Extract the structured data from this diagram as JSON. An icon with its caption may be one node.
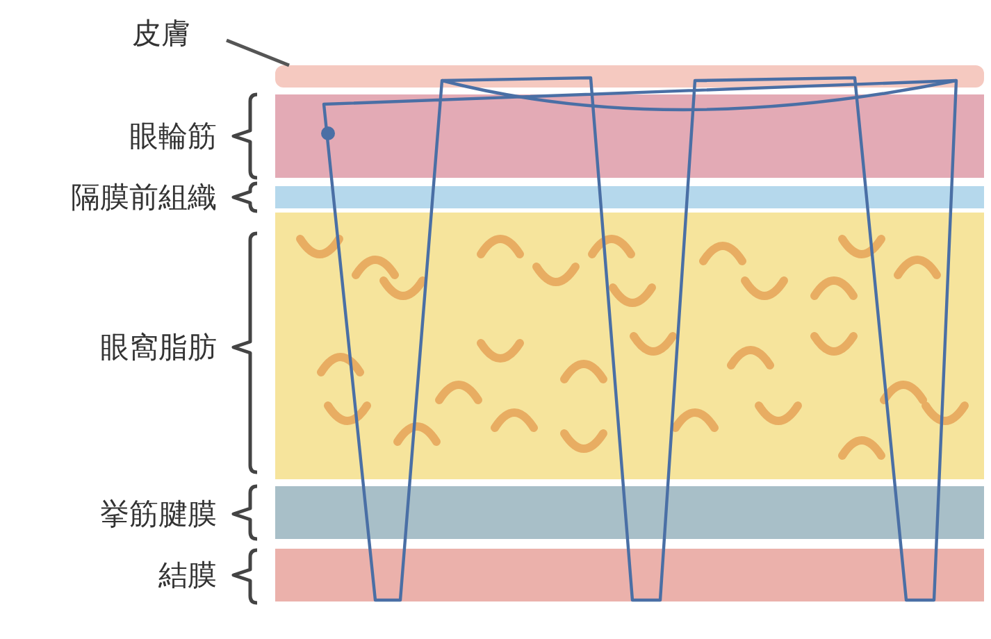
{
  "diagram": {
    "nodes": [
      {
        "text": [
          "皮膚"
        ]
      },
      {
        "text": [],
        "shape": "bar"
      }
    ],
    "edges": [
      {
        "from": 0,
        "to": 1,
        "arrow": "none"
      }
    ],
    "labels": [
      "眼輪筋",
      "隔膜前組織",
      "眼窩脂肪",
      "挙筋腱膜",
      "結膜"
    ]
  }
}
